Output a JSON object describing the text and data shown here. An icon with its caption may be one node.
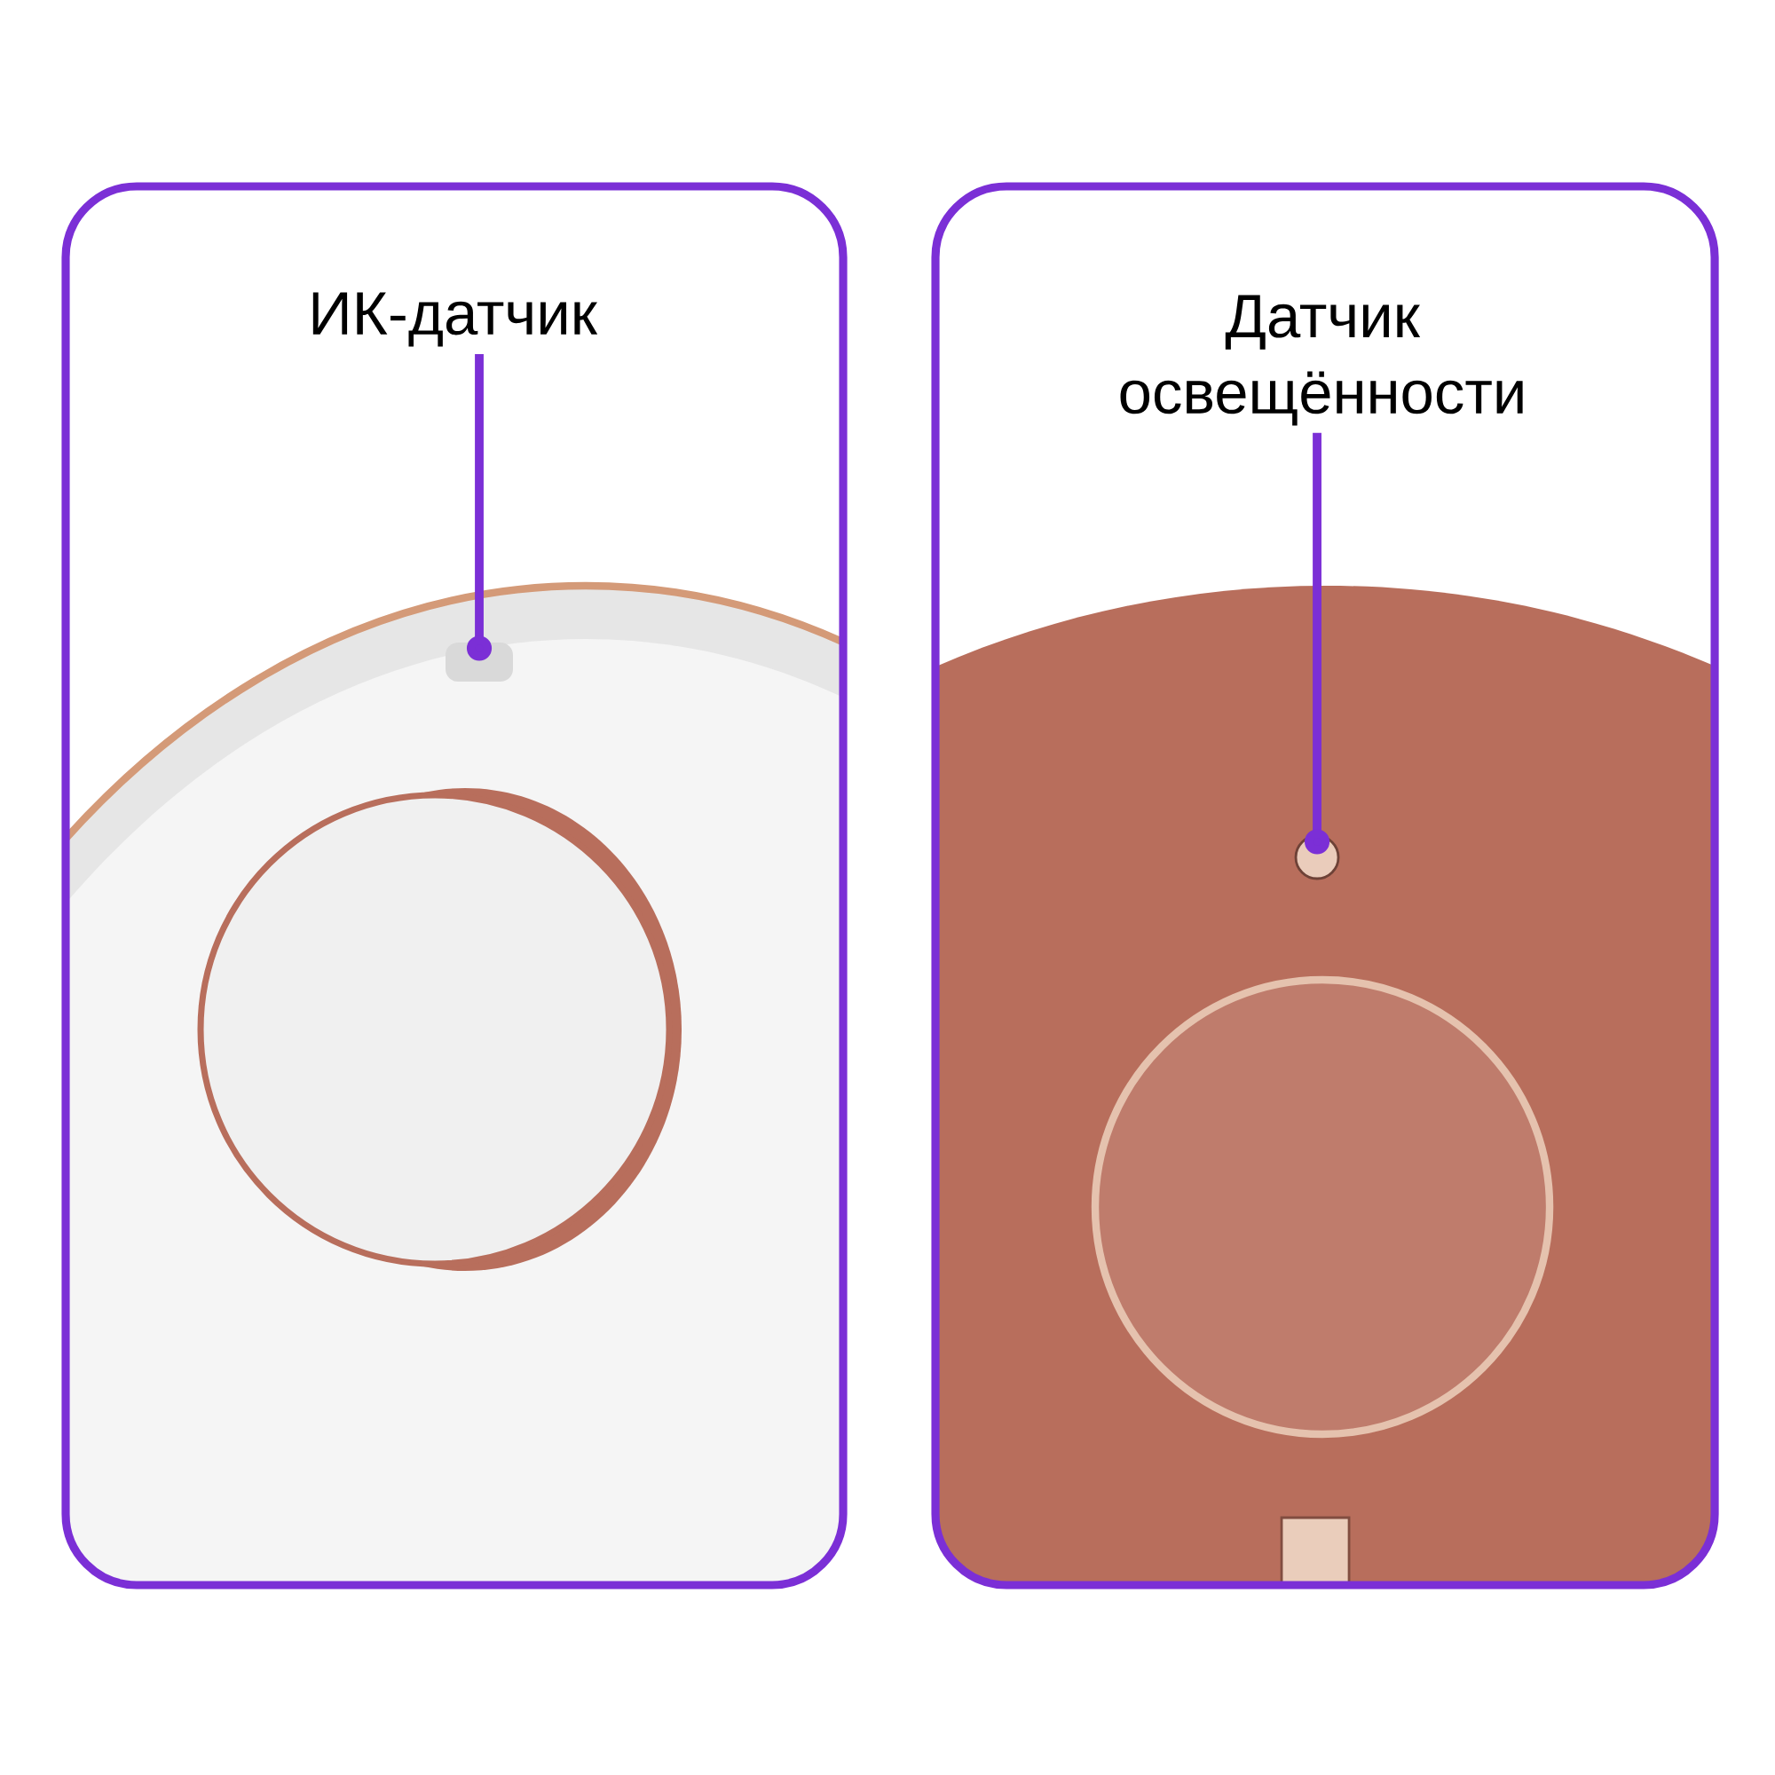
{
  "diagram": {
    "nodes": [
      {
        "text": [
          "ИК-датчик"
        ]
      },
      {
        "text": [],
        "shape": "picture"
      },
      {
        "text": [
          "Датчик освещённости"
        ]
      },
      {
        "text": [],
        "shape": "picture"
      }
    ],
    "edges": [
      {
        "from": 0,
        "to": 1,
        "arrow": "other"
      },
      {
        "from": 2,
        "to": 3,
        "arrow": "other"
      }
    ]
  }
}
